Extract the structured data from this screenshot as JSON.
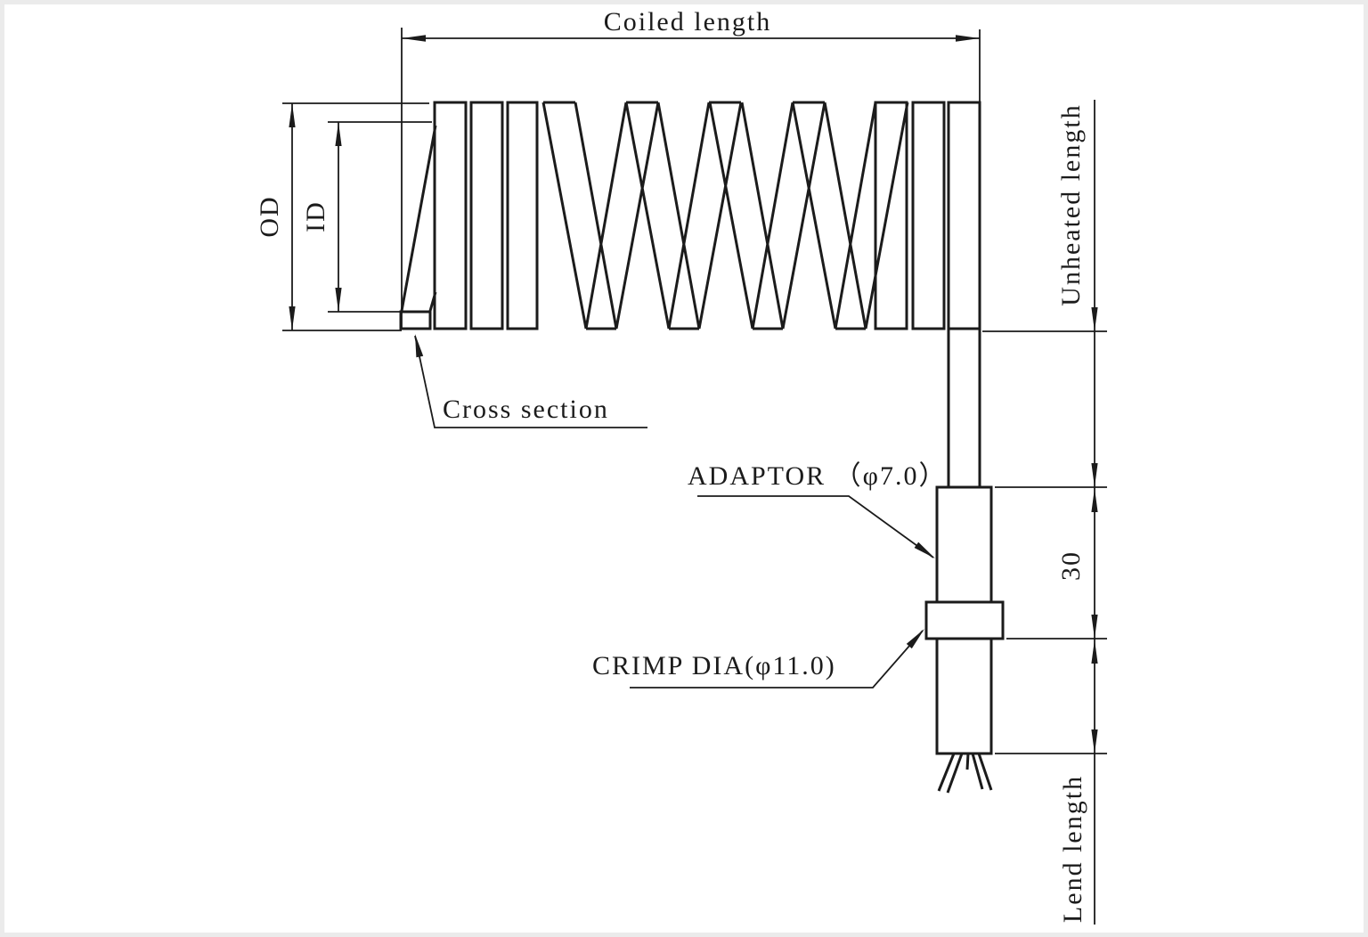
{
  "drawing": {
    "title_hint": "coil heater engineering drawing",
    "labels": {
      "coiled_length": "Coiled length",
      "od": "OD",
      "id": "ID",
      "cross_section": "Cross section",
      "unheated_length": "Unheated length",
      "adaptor": "ADAPTOR （φ7.0）",
      "adaptor_length": "30",
      "crimp": "CRIMP DIA(φ11.0)",
      "lead_length": "Lend length"
    },
    "colors": {
      "line": "#1b1b1b",
      "background": "#ffffff",
      "frame": "#ebebeb"
    }
  }
}
